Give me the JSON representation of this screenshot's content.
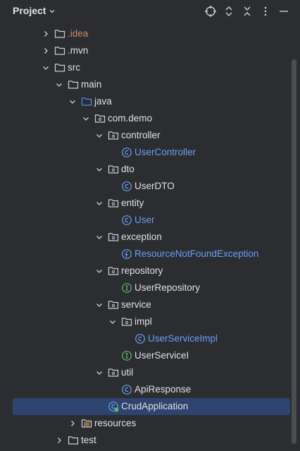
{
  "header": {
    "title": "Project",
    "icons": [
      "chevron-down-icon",
      "target-icon",
      "expand-collapse-icon",
      "collapse-all-icon",
      "more-icon",
      "minimize-icon"
    ]
  },
  "colors": {
    "background": "#2b2d30",
    "selection": "#2e436e",
    "class_blue": "#6b9ff5",
    "interface_green": "#5fb865",
    "excluded_orange": "#cf8e6d",
    "folder_gray": "#ced0d6"
  },
  "tree": {
    "idea": ".idea",
    "mvn": ".mvn",
    "src": "src",
    "main": "main",
    "java": "java",
    "com_demo": "com.demo",
    "controller": "controller",
    "user_controller": "UserController",
    "dto": "dto",
    "user_dto": "UserDTO",
    "entity": "entity",
    "user": "User",
    "exception": "exception",
    "resource_not_found": "ResourceNotFoundException",
    "repository": "repository",
    "user_repository": "UserRepository",
    "service": "service",
    "impl": "impl",
    "user_service_impl": "UserServiceImpl",
    "user_service_i": "UserServiceI",
    "util": "util",
    "api_response": "ApiResponse",
    "crud_application": "CrudApplication",
    "resources": "resources",
    "test": "test"
  }
}
